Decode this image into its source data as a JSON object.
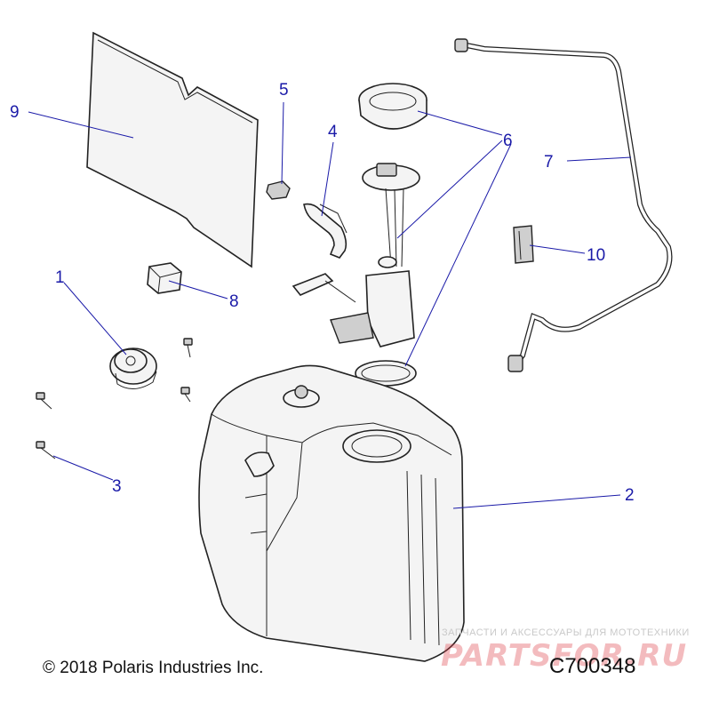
{
  "callouts": {
    "c1": "1",
    "c2": "2",
    "c3": "3",
    "c4": "4",
    "c5": "5",
    "c6": "6",
    "c7": "7",
    "c8": "8",
    "c9": "9",
    "c10": "10"
  },
  "footer": {
    "copyright": "© 2018 Polaris Industries Inc.",
    "figure_id": "C700348"
  },
  "watermark": {
    "tagline": "ЗАПЧАСТИ И АКСЕССУАРЫ ДЛЯ МОТОТЕХНИКИ",
    "brand": "PARTSFOR.RU"
  },
  "colors": {
    "callout": "#1a1aa8",
    "line_art": "#222222",
    "watermark": "#dc3c46"
  }
}
